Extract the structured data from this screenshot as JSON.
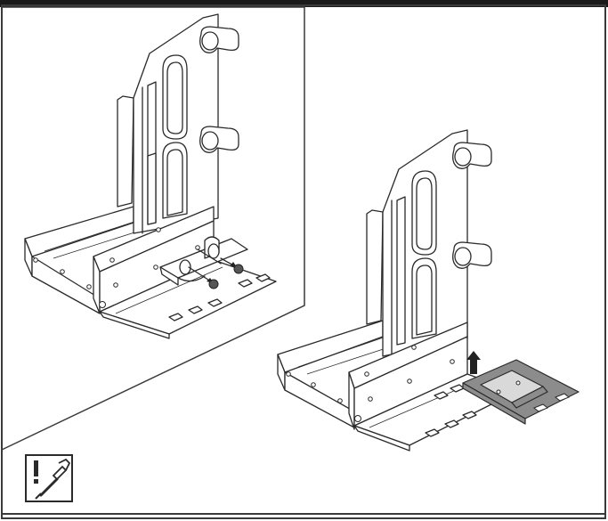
{
  "figure": {
    "frame_color": "#3a3a3a",
    "part_highlight_color": "#8c8c8c",
    "panels": [
      {
        "id": "step-1",
        "content": "bracket-remove-screws"
      },
      {
        "id": "step-2",
        "content": "bracket-lift-plate"
      }
    ],
    "tool_icon": "screwdriver-caution-icon"
  }
}
